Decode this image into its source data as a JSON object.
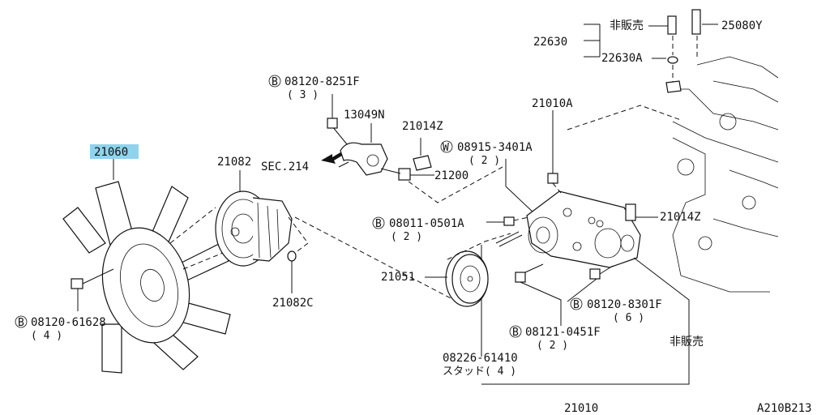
{
  "diagram": {
    "ref_code": "A210B213",
    "highlight_color": "#8fd3ee",
    "bolt_marker": "B",
    "washer_marker": "W",
    "labels": {
      "fan": "21060",
      "bolt_fan": "08120-61628",
      "bolt_fan_qty": "( 4 )",
      "fan_clutch": "21082",
      "fan_clutch_c": "21082C",
      "bolt_top": "08120-8251F",
      "bolt_top_qty": "( 3 )",
      "outlet": "13049N",
      "sec": "SEC.214",
      "sensor_top": "21014Z",
      "sensor_top_2": "21200",
      "washer": "08915-3401A",
      "washer_qty": "( 2 )",
      "pump_bolt": "08011-0501A",
      "pump_bolt_qty": "( 2 )",
      "pulley": "21051",
      "head": "21010A",
      "sensor_right": "21014Z",
      "bolt_mid": "08120-8301F",
      "bolt_mid_qty": "( 6 )",
      "bolt_low": "08121-0451F",
      "bolt_low_qty": "( 2 )",
      "not_for_sale": "非販売",
      "stud": "08226-61410",
      "stud_qty": "スタッド( 4 )",
      "pump": "21010",
      "plug_group": "22630",
      "plug_not_for_sale": "非販売",
      "plug_a": "22630A",
      "plug_y": "25080Y"
    }
  }
}
